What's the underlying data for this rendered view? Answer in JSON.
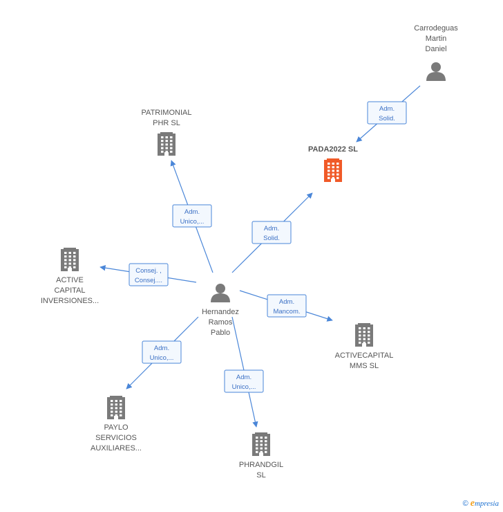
{
  "colors": {
    "company": "#7a7a7a",
    "company_focus": "#f05a28",
    "person": "#7a7a7a",
    "edge": "#4a86d8",
    "label": "#555555"
  },
  "nodes": [
    {
      "id": "carrodeguas",
      "kind": "person",
      "icon": "person-icon",
      "lines": [
        "Carrodeguas",
        "Martin",
        "Daniel"
      ]
    },
    {
      "id": "pada2022",
      "kind": "company",
      "focus": true,
      "icon": "building-icon",
      "lines": [
        "PADA2022  SL"
      ]
    },
    {
      "id": "patrimonial",
      "kind": "company",
      "icon": "building-icon",
      "lines": [
        "PATRIMONIAL",
        "PHR  SL"
      ]
    },
    {
      "id": "active-capital",
      "kind": "company",
      "icon": "building-icon",
      "lines": [
        "ACTIVE",
        "CAPITAL",
        "INVERSIONES..."
      ]
    },
    {
      "id": "hernandez",
      "kind": "person",
      "icon": "person-icon",
      "lines": [
        "Hernandez",
        "Ramos",
        "Pablo"
      ]
    },
    {
      "id": "activecapital-mms",
      "kind": "company",
      "icon": "building-icon",
      "lines": [
        "ACTIVECAPITAL",
        "MMS  SL"
      ]
    },
    {
      "id": "paylo",
      "kind": "company",
      "icon": "building-icon",
      "lines": [
        "PAYLO",
        "SERVICIOS",
        "AUXILIARES..."
      ]
    },
    {
      "id": "phrandgil",
      "kind": "company",
      "icon": "building-icon",
      "lines": [
        "PHRANDGIL",
        "SL"
      ]
    }
  ],
  "edges": [
    {
      "from": "carrodeguas",
      "to": "pada2022",
      "label": [
        "Adm.",
        "Solid."
      ]
    },
    {
      "from": "hernandez",
      "to": "pada2022",
      "label": [
        "Adm.",
        "Solid."
      ]
    },
    {
      "from": "hernandez",
      "to": "patrimonial",
      "label": [
        "Adm.",
        "Unico,..."
      ]
    },
    {
      "from": "hernandez",
      "to": "active-capital",
      "label": [
        "Consej. ,",
        "Consej...."
      ]
    },
    {
      "from": "hernandez",
      "to": "activecapital-mms",
      "label": [
        "Adm.",
        "Mancom."
      ]
    },
    {
      "from": "hernandez",
      "to": "paylo",
      "label": [
        "Adm.",
        "Unico,..."
      ]
    },
    {
      "from": "hernandez",
      "to": "phrandgil",
      "label": [
        "Adm.",
        "Unico,..."
      ]
    }
  ],
  "footer": {
    "copyright_symbol": "©",
    "brand_initial": "e",
    "brand_rest": "mpresia"
  }
}
